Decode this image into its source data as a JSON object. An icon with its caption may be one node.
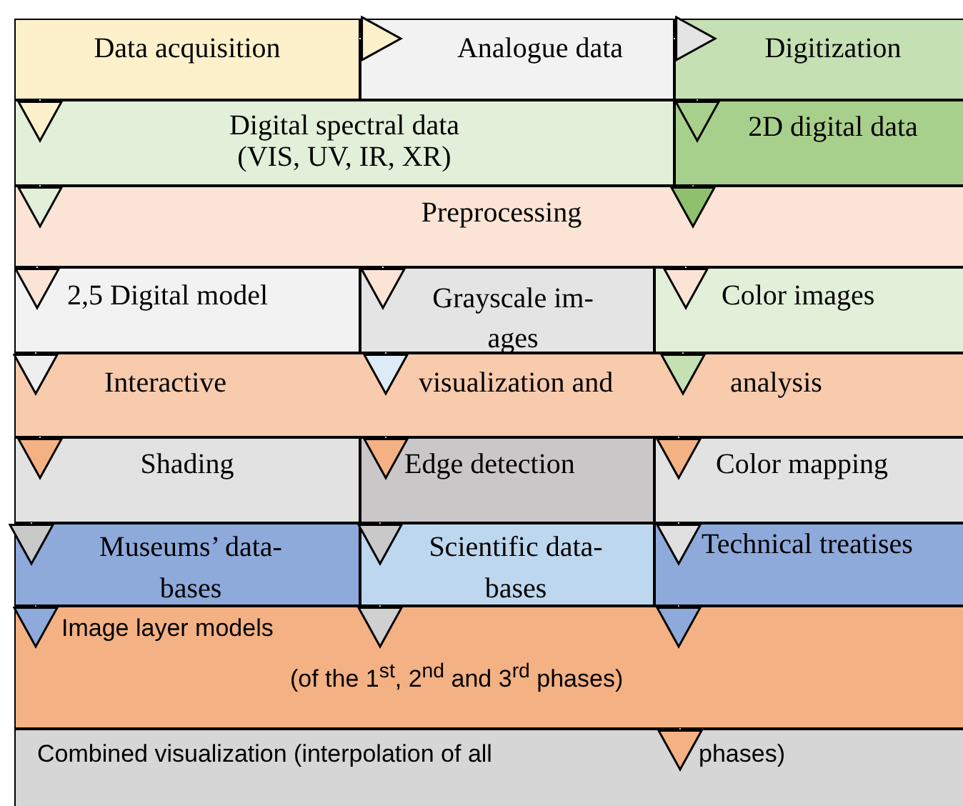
{
  "diagram": {
    "nodes": [
      {
        "text": [
          "Data acquisition"
        ]
      },
      {
        "text": [
          "Analogue data"
        ]
      },
      {
        "text": [
          "Digitization"
        ]
      },
      {
        "text": [
          "Digital spectral data (VIS, UV, IR, XR)"
        ]
      },
      {
        "text": [
          "2D digital data"
        ]
      },
      {
        "text": [
          "Preprocessing"
        ]
      },
      {
        "text": [
          "2,5 Digital model"
        ]
      },
      {
        "text": [
          "Grayscale im- ages"
        ]
      },
      {
        "text": [
          "Color images"
        ]
      },
      {
        "text": [
          "Interactive",
          "visualization and",
          "analysis"
        ]
      },
      {
        "text": [
          "Shading"
        ]
      },
      {
        "text": [
          "Edge detection"
        ]
      },
      {
        "text": [
          "Color mapping"
        ]
      },
      {
        "text": [
          "Museums’ data- bases"
        ]
      },
      {
        "text": [
          "Scientific data- bases"
        ]
      },
      {
        "text": [
          "Technical treatises"
        ]
      },
      {
        "text": [
          "Image layer models",
          "(of the 1$^{st}$, 2$^{nd}$ and 3$^{rd}$ phases)"
        ]
      },
      {
        "text": [
          "Combined visualization (interpolation of all",
          "phases)"
        ]
      }
    ],
    "edges": [
      {
        "from": 0,
        "to": 1,
        "arrow": "to",
        "color": "#fcf1cb"
      },
      {
        "from": 1,
        "to": 2,
        "arrow": "to",
        "color": "#e4e4e4"
      },
      {
        "from": 0,
        "to": 3,
        "arrow": "to",
        "color": "#fcf1cb"
      },
      {
        "from": 2,
        "to": 4,
        "arrow": "to",
        "color": "#a8d08d"
      },
      {
        "from": 3,
        "to": 5,
        "arrow": "to",
        "color": "#e2efd9"
      },
      {
        "from": 4,
        "to": 5,
        "arrow": "to",
        "color": "#8fc06e"
      },
      {
        "from": 5,
        "to": 6,
        "arrow": "to",
        "color": "#fbe4d5"
      },
      {
        "from": 5,
        "to": 7,
        "arrow": "to",
        "color": "#fbe4d5"
      },
      {
        "from": 5,
        "to": 8,
        "arrow": "to",
        "color": "#fbe4d5"
      },
      {
        "from": 6,
        "to": 9,
        "arrow": "to",
        "color": "#eeeeee"
      },
      {
        "from": 7,
        "to": 9,
        "arrow": "to",
        "color": "#ddebf7"
      },
      {
        "from": 8,
        "to": 9,
        "arrow": "to",
        "color": "#c5e0b3"
      },
      {
        "from": 9,
        "to": 10,
        "arrow": "to",
        "color": "#f4b183"
      },
      {
        "from": 9,
        "to": 11,
        "arrow": "to",
        "color": "#f4b183"
      },
      {
        "from": 9,
        "to": 12,
        "arrow": "to",
        "color": "#f4b183"
      },
      {
        "from": 10,
        "to": 13,
        "arrow": "to",
        "color": "#c9c9c9"
      },
      {
        "from": 11,
        "to": 14,
        "arrow": "to",
        "color": "#c9c9c9"
      },
      {
        "from": 12,
        "to": 15,
        "arrow": "to",
        "color": "#e0e0e0"
      },
      {
        "from": 13,
        "to": 16,
        "arrow": "to",
        "color": "#8eaadb"
      },
      {
        "from": 14,
        "to": 16,
        "arrow": "to",
        "color": "#d0d0d0"
      },
      {
        "from": 15,
        "to": 16,
        "arrow": "to",
        "color": "#8eaadb"
      },
      {
        "from": 16,
        "to": 17,
        "arrow": "to",
        "color": "#f4b183"
      }
    ]
  }
}
